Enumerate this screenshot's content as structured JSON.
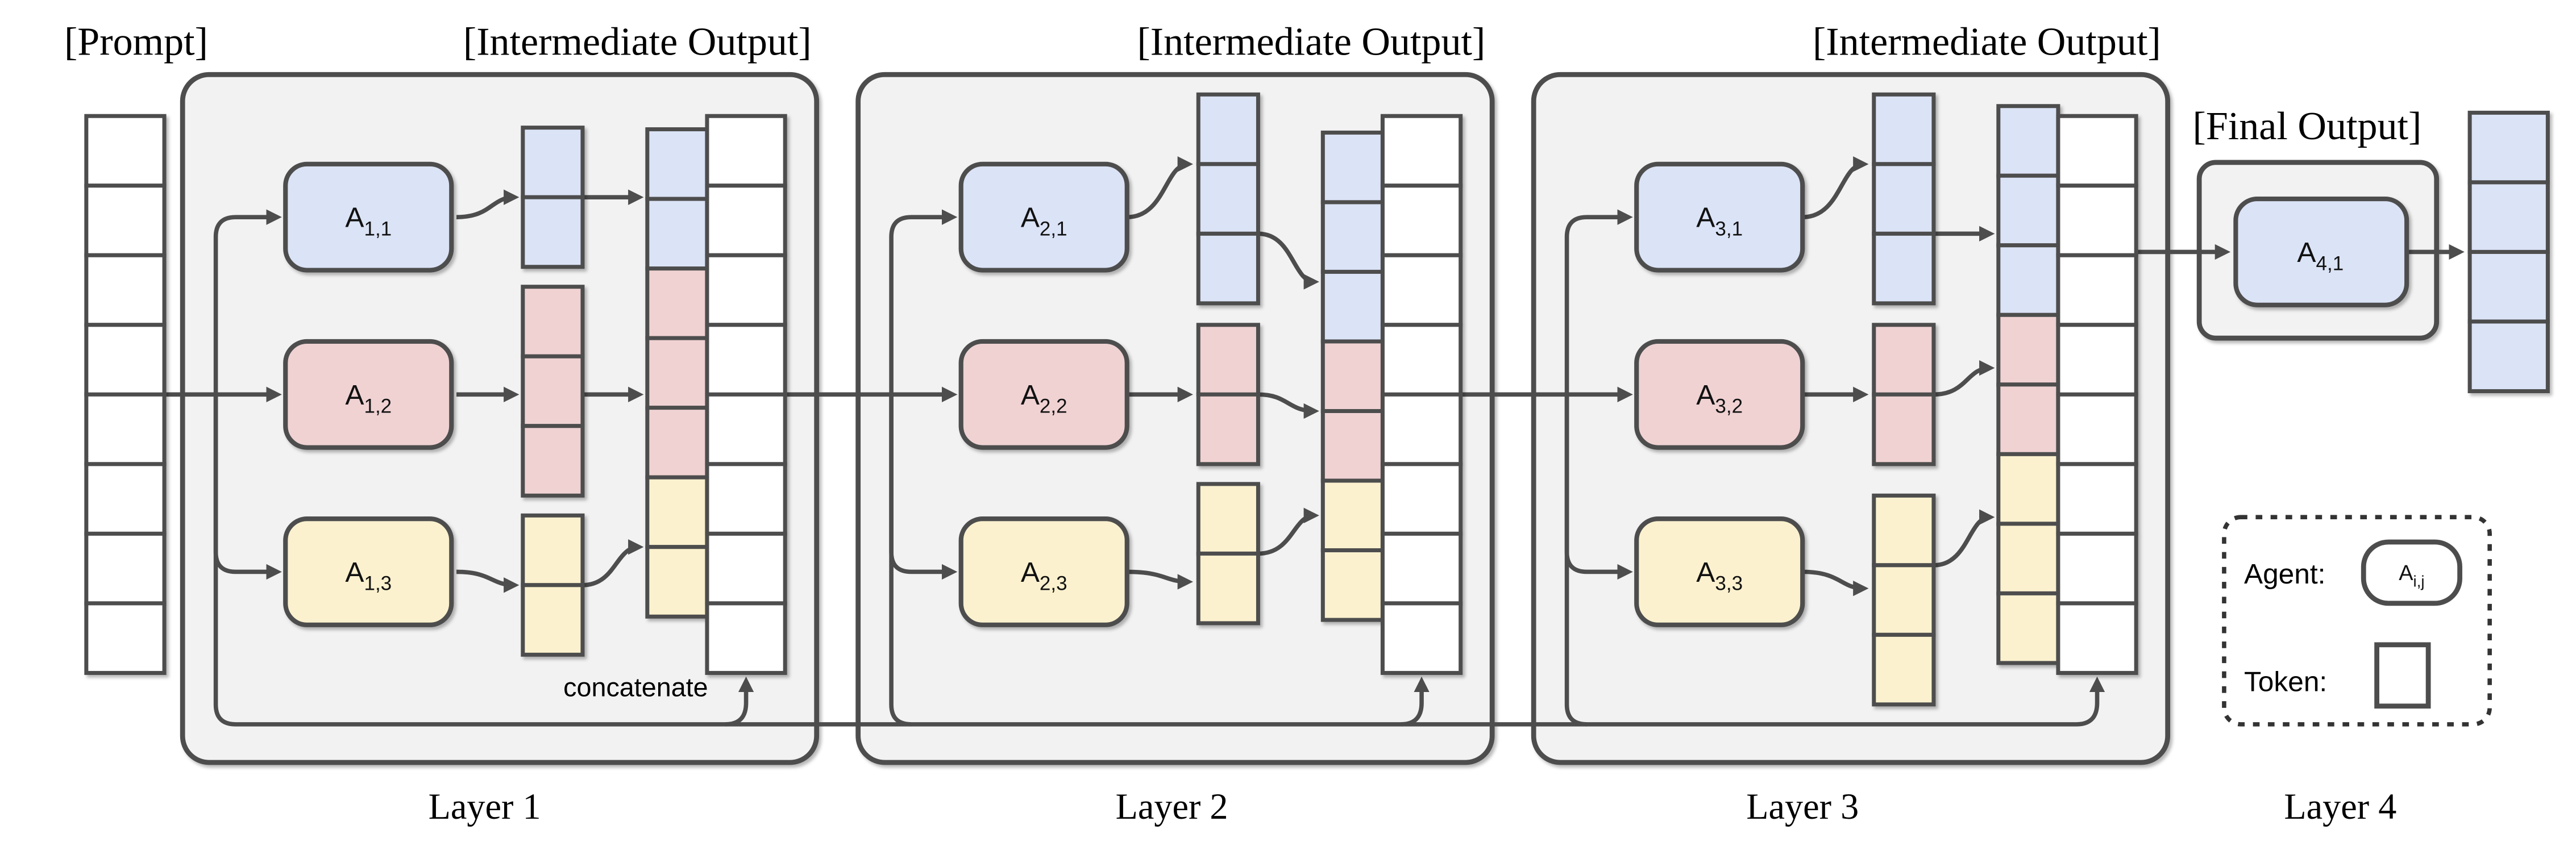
{
  "header": {
    "prompt_label": "[Prompt]",
    "intermediate_output_label": "[Intermediate Output]",
    "final_output_label": "[Final Output]"
  },
  "concatenate_label": "concatenate",
  "colors": {
    "blue": "#dbe3f6",
    "pink": "#f0d2d3",
    "yellow": "#fbf1ce",
    "white": "#ffffff",
    "line": "#4d4d4d",
    "layer_fill": "#f2f2f2"
  },
  "prompt_tokens": {
    "color": "white",
    "count": 8
  },
  "final_tokens": {
    "color": "blue",
    "count": 4
  },
  "layers": [
    {
      "name": "Layer 1",
      "agents": [
        {
          "symbol": "A",
          "sub": "1,1",
          "color": "blue"
        },
        {
          "symbol": "A",
          "sub": "1,2",
          "color": "pink"
        },
        {
          "symbol": "A",
          "sub": "1,3",
          "color": "yellow"
        }
      ],
      "agent_outputs": [
        {
          "color": "blue",
          "count": 2
        },
        {
          "color": "pink",
          "count": 3
        },
        {
          "color": "yellow",
          "count": 2
        }
      ],
      "concat": [
        {
          "color": "blue",
          "count": 2
        },
        {
          "color": "pink",
          "count": 3
        },
        {
          "color": "yellow",
          "count": 2
        }
      ],
      "passthrough": {
        "color": "white",
        "count": 8
      }
    },
    {
      "name": "Layer 2",
      "agents": [
        {
          "symbol": "A",
          "sub": "2,1",
          "color": "blue"
        },
        {
          "symbol": "A",
          "sub": "2,2",
          "color": "pink"
        },
        {
          "symbol": "A",
          "sub": "2,3",
          "color": "yellow"
        }
      ],
      "agent_outputs": [
        {
          "color": "blue",
          "count": 3
        },
        {
          "color": "pink",
          "count": 2
        },
        {
          "color": "yellow",
          "count": 2
        }
      ],
      "concat": [
        {
          "color": "blue",
          "count": 3
        },
        {
          "color": "pink",
          "count": 2
        },
        {
          "color": "yellow",
          "count": 2
        }
      ],
      "passthrough": {
        "color": "white",
        "count": 8
      }
    },
    {
      "name": "Layer 3",
      "agents": [
        {
          "symbol": "A",
          "sub": "3,1",
          "color": "blue"
        },
        {
          "symbol": "A",
          "sub": "3,2",
          "color": "pink"
        },
        {
          "symbol": "A",
          "sub": "3,3",
          "color": "yellow"
        }
      ],
      "agent_outputs": [
        {
          "color": "blue",
          "count": 3
        },
        {
          "color": "pink",
          "count": 2
        },
        {
          "color": "yellow",
          "count": 3
        }
      ],
      "concat": [
        {
          "color": "blue",
          "count": 3
        },
        {
          "color": "pink",
          "count": 2
        },
        {
          "color": "yellow",
          "count": 3
        }
      ],
      "passthrough": {
        "color": "white",
        "count": 8
      }
    },
    {
      "name": "Layer 4",
      "agents": [
        {
          "symbol": "A",
          "sub": "4,1",
          "color": "blue"
        }
      ]
    }
  ],
  "legend": {
    "agent_label": "Agent:",
    "agent_symbol": "A",
    "agent_sub": "i,j",
    "token_label": "Token:"
  }
}
